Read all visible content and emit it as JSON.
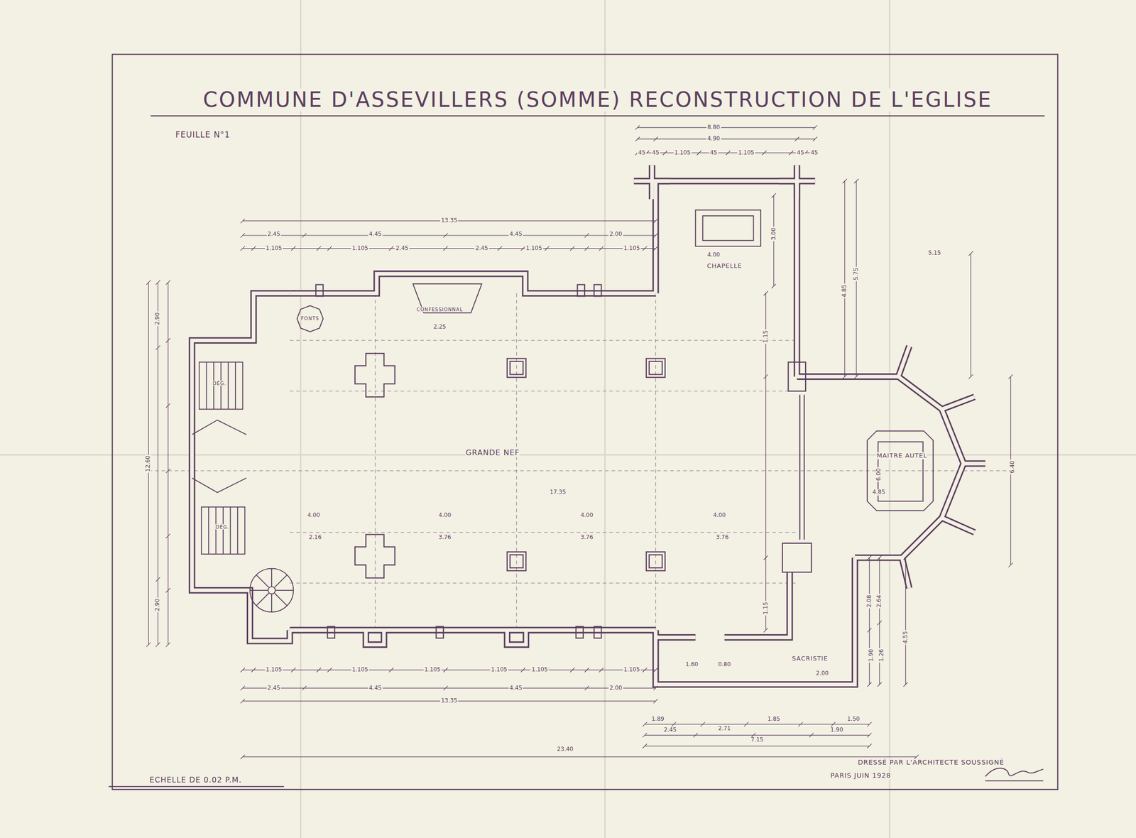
{
  "diagram": {
    "title": "COMMUNE D'ASSEVILLERS (SOMME) RECONSTRUCTION DE L'EGLISE",
    "nodes": [
      {
        "text": [
          "CHAPELLE"
        ]
      },
      {
        "text": [
          "CONFESSIONNAL"
        ]
      },
      {
        "text": [
          "FONTS"
        ]
      },
      {
        "text": [
          "DÉG."
        ]
      },
      {
        "text": [
          "GRANDE NEF"
        ]
      },
      {
        "text": [
          "MAITRE AUTEL"
        ]
      },
      {
        "text": [
          "DÉG."
        ]
      },
      {
        "text": [
          "SACRISTIE"
        ]
      }
    ],
    "labels": [
      "FEUILLE N°1",
      "ECHELLE DE 0.02 P.M.",
      "DRESSÉ PAR L'ARCHITECTE SOUSSIGNÉ",
      "PARIS JUIN 1928",
      "8.80",
      "4.90",
      "45",
      "45",
      "1.105",
      "45",
      "1.105",
      "45",
      "45",
      "13.35",
      "2.45",
      "4.45",
      "4.45",
      "2.00",
      "1.105",
      "1.105",
      "2.45",
      "2.45",
      "1.105",
      "1.105",
      "4.00",
      "3.00",
      "5.75",
      "4.85",
      "5.15",
      "2.25",
      "1.15",
      "17.35",
      "4.00",
      "4.00",
      "4.00",
      "4.00",
      "2.16",
      "3.76",
      "3.76",
      "3.76",
      "6.00",
      "4.85",
      "6.40",
      "1.15",
      "1.60",
      "0.80",
      "2.00",
      "2.08",
      "2.64",
      "1.90",
      "1.26",
      "4.55",
      "1.105",
      "1.105",
      "1.105",
      "1.105",
      "1.105",
      "1.105",
      "2.45",
      "4.45",
      "4.45",
      "2.00",
      "13.35",
      "1.89",
      "1.85",
      "1.50",
      "2.45",
      "2.71",
      "1.90",
      "7.15",
      "23.40",
      "2.90",
      "12.60",
      "2.90"
    ]
  }
}
